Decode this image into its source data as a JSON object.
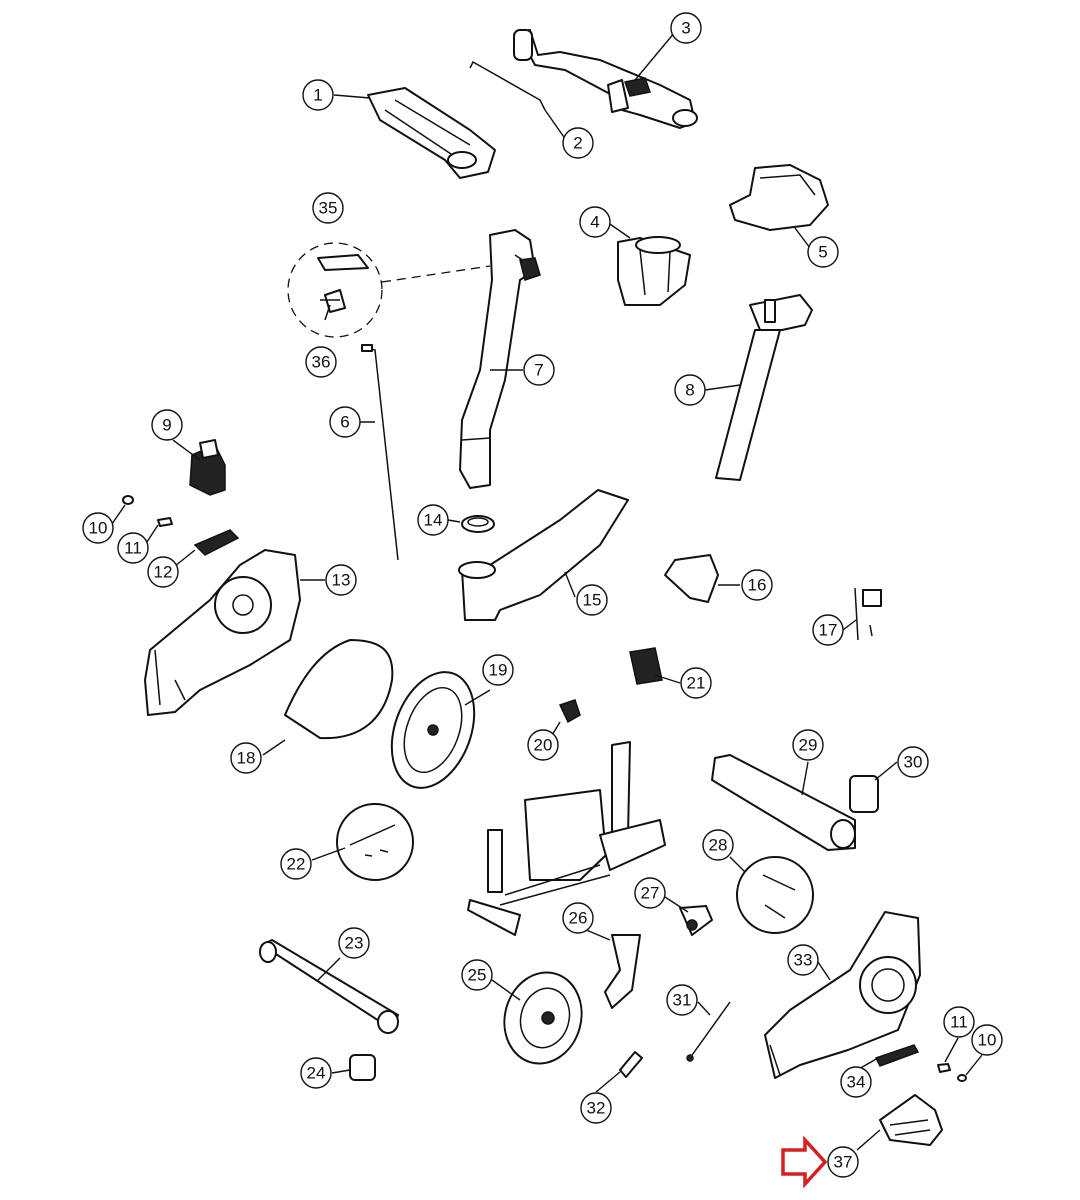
{
  "diagram": {
    "callouts": [
      {
        "id": "1",
        "label": "1"
      },
      {
        "id": "2",
        "label": "2"
      },
      {
        "id": "3",
        "label": "3"
      },
      {
        "id": "4",
        "label": "4"
      },
      {
        "id": "5",
        "label": "5"
      },
      {
        "id": "6",
        "label": "6"
      },
      {
        "id": "7",
        "label": "7"
      },
      {
        "id": "8",
        "label": "8"
      },
      {
        "id": "9",
        "label": "9"
      },
      {
        "id": "10a",
        "label": "10"
      },
      {
        "id": "11a",
        "label": "11"
      },
      {
        "id": "12",
        "label": "12"
      },
      {
        "id": "13",
        "label": "13"
      },
      {
        "id": "14",
        "label": "14"
      },
      {
        "id": "15",
        "label": "15"
      },
      {
        "id": "16",
        "label": "16"
      },
      {
        "id": "17",
        "label": "17"
      },
      {
        "id": "18",
        "label": "18"
      },
      {
        "id": "19",
        "label": "19"
      },
      {
        "id": "20",
        "label": "20"
      },
      {
        "id": "21",
        "label": "21"
      },
      {
        "id": "22",
        "label": "22"
      },
      {
        "id": "23",
        "label": "23"
      },
      {
        "id": "24",
        "label": "24"
      },
      {
        "id": "25",
        "label": "25"
      },
      {
        "id": "26",
        "label": "26"
      },
      {
        "id": "27",
        "label": "27"
      },
      {
        "id": "28",
        "label": "28"
      },
      {
        "id": "29",
        "label": "29"
      },
      {
        "id": "30",
        "label": "30"
      },
      {
        "id": "31",
        "label": "31"
      },
      {
        "id": "32",
        "label": "32"
      },
      {
        "id": "33",
        "label": "33"
      },
      {
        "id": "34",
        "label": "34"
      },
      {
        "id": "35",
        "label": "35"
      },
      {
        "id": "36",
        "label": "36"
      },
      {
        "id": "37",
        "label": "37"
      },
      {
        "id": "10b",
        "label": "10"
      },
      {
        "id": "11b",
        "label": "11"
      }
    ],
    "highlight": {
      "part": "37",
      "arrow_color": "#d42020"
    }
  }
}
